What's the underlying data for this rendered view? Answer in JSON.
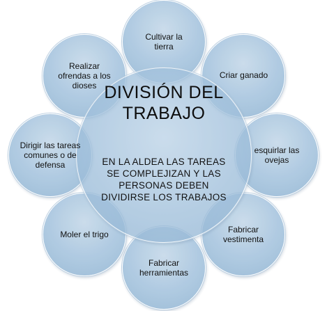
{
  "center": {
    "title": "DIVISIÓN DEL TRABAJO",
    "subtitle": "EN LA ALDEA LAS TAREAS SE COMPLEJIZAN Y LAS PERSONAS DEBEN DIVIDIRSE LOS TRABAJOS"
  },
  "nodes": [
    {
      "label": "Cultivar  la tierra"
    },
    {
      "label": "Criar ganado"
    },
    {
      "label": "esquirlar las ovejas"
    },
    {
      "label": "Fabricar vestimenta"
    },
    {
      "label": "Fabricar herramientas"
    },
    {
      "label": "Moler el trigo"
    },
    {
      "label": "Dirigir las tareas comunes o de defensa"
    },
    {
      "label": "Realizar ofrendas a los dioses"
    }
  ]
}
